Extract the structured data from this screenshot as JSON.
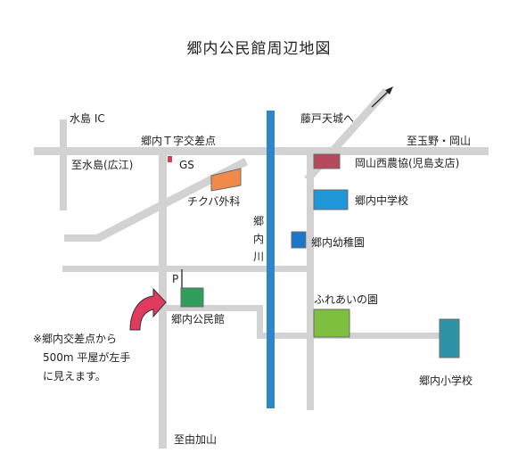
{
  "map": {
    "title": "郷内公民館周辺地図",
    "labels": {
      "mizushima_ic": "水島 IC",
      "t_intersection": "郷内Ｔ字交差点",
      "fujito": "藤戸天城へ",
      "to_tamano": "至玉野・岡山",
      "to_mizushima": "至水島(広江)",
      "gs": "GS",
      "nokyo": "岡山西農協(児島支店)",
      "chikuba": "チクバ外科",
      "junior_high": "郷内中学校",
      "river": "郷内川",
      "kindergarten": "郷内幼稚園",
      "parking": "P",
      "fureai": "ふれあいの園",
      "kominkan": "郷内公民館",
      "elementary": "郷内小学校",
      "to_yuka": "至由加山"
    },
    "note": [
      "※郷内交差点から",
      "500m 平屋が左手",
      "に見えます。"
    ],
    "colors": {
      "road": "#d2d2d2",
      "river": "#2e86c8",
      "gs": "#d93a5a",
      "nokyo": "#b8485e",
      "chikuba": "#f08a4a",
      "junior_high": "#1e96d8",
      "kindergarten": "#1b78c8",
      "kominkan": "#2f9e5a",
      "fureai": "#7fbf3f",
      "elementary": "#2f93a8",
      "arrow": "#e03a5e"
    },
    "icons": [
      "direction-arrow-icon",
      "curved-arrow-icon"
    ]
  }
}
